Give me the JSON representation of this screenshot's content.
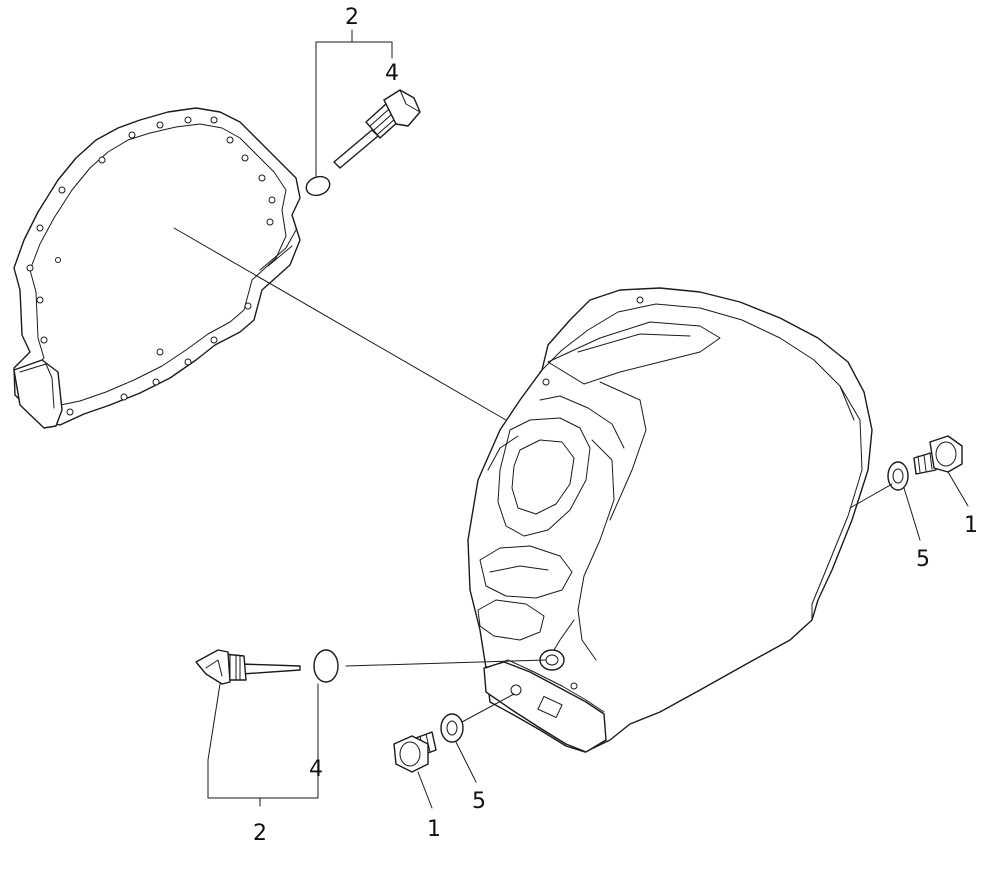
{
  "callouts": {
    "top_bracket": "2",
    "top_oring": "4",
    "right_bolt": "1",
    "right_washer": "5",
    "bottom_oring": "4",
    "bottom_bracket": "2",
    "bottom_bolt": "1",
    "bottom_washer": "5"
  }
}
